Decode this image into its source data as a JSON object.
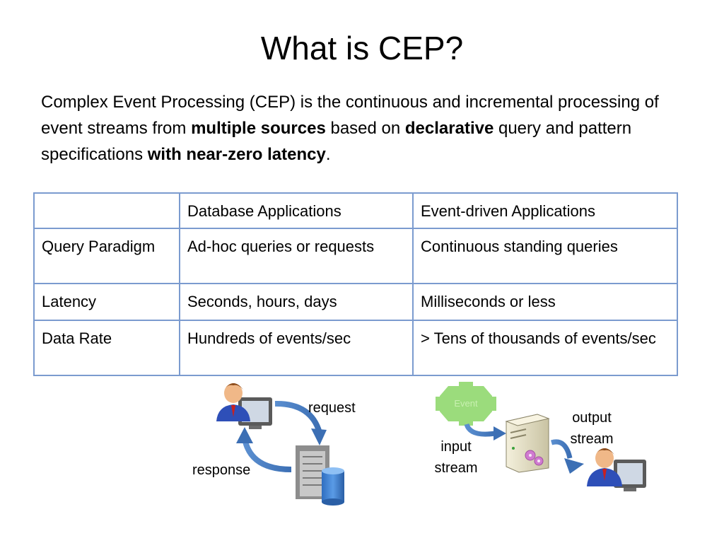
{
  "slide": {
    "title": "What is CEP?",
    "intro": {
      "p1": "Complex Event Processing (CEP) is the continuous and incremental processing of event streams from ",
      "b1": "multiple sources",
      "p2": " based on ",
      "b2": "declarative",
      "p3": " query and pattern specifications ",
      "b3": "with near-zero latency",
      "p4": "."
    }
  },
  "table": {
    "headers": [
      "",
      "Database Applications",
      "Event-driven Applications"
    ],
    "rows": [
      [
        "Query Paradigm",
        "Ad-hoc queries or requests",
        "Continuous standing queries"
      ],
      [
        "Latency",
        "Seconds, hours, days",
        "Milliseconds or less"
      ],
      [
        "Data Rate",
        "Hundreds of events/sec",
        "> Tens of thousands of events/sec"
      ]
    ]
  },
  "diagram": {
    "request_label": "request",
    "response_label": "response",
    "event_label": "Event",
    "input_label": "input stream",
    "output_label": "output stream"
  },
  "colors": {
    "table_border": "#7b9bcf",
    "arrow": "#4f81bd",
    "gear": "#9bdc7c",
    "database": "#3f7fd0"
  },
  "icons": [
    "user-at-computer-icon",
    "server-icon",
    "database-icon",
    "gear-icon",
    "arrow-icon"
  ]
}
